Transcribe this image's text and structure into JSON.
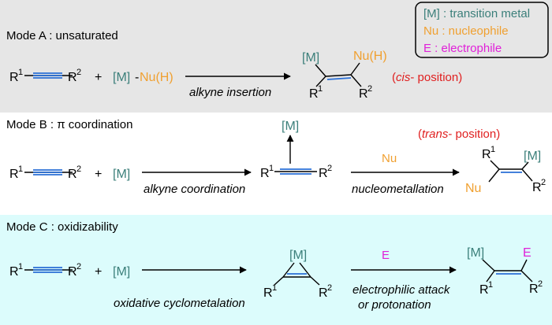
{
  "legend": {
    "metal": "[M] : transition metal",
    "nucleophile": "Nu : nucleophile",
    "electrophile": "E : electrophile"
  },
  "colors": {
    "panel_gray": "#e6e6e6",
    "panel_cyan": "#dcfcfc",
    "metal": "#3b7f7a",
    "nucleophile": "#f0a030",
    "electrophile": "#e020d8",
    "emphasis": "#e02020",
    "triple_bond": "#2a6fd6"
  },
  "symbols": {
    "R": "R",
    "one": "1",
    "two": "2",
    "plus": "+",
    "dash": "-",
    "M": "[M]",
    "Nu": "Nu",
    "NuH": "Nu(H)",
    "E": "E"
  },
  "modeA": {
    "title": "Mode A : unsaturated",
    "arrow_label": "alkyne insertion",
    "note_open": "(",
    "note_italic": "cis",
    "note_rest": "- position)"
  },
  "modeB": {
    "title_prefix": "Mode B : ",
    "title_pi": "π",
    "title_suffix": " coordination",
    "arrow1_label": "alkyne coordination",
    "arrow2_label": "nucleometallation",
    "note_open": "(",
    "note_italic": "trans",
    "note_rest": "- position)"
  },
  "modeC": {
    "title": "Mode C : oxidizability",
    "arrow1_label": "oxidative cyclometalation",
    "arrow2_label_line1": "electrophilic attack",
    "arrow2_label_line2": "or protonation"
  }
}
